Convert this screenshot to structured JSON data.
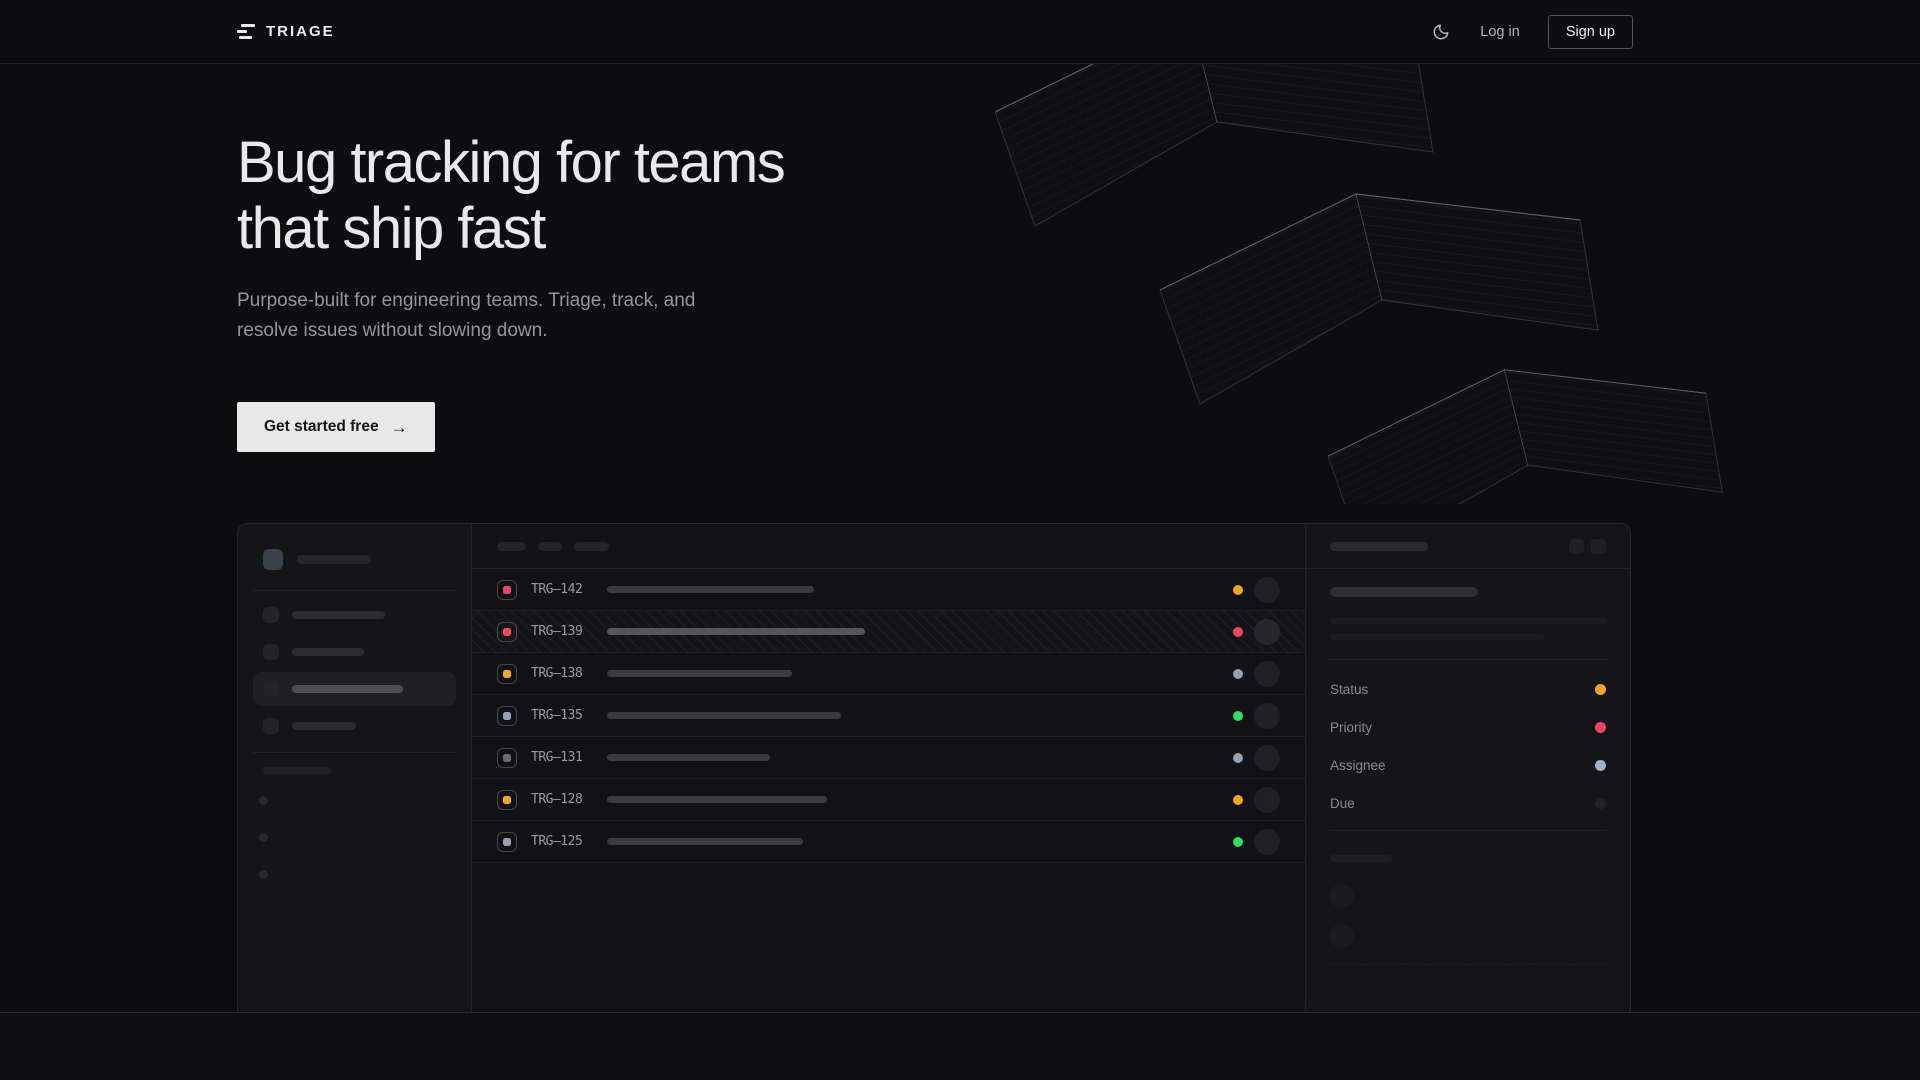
{
  "header": {
    "brand": "TRIAGE",
    "login_label": "Log in",
    "signup_label": "Sign up"
  },
  "hero": {
    "title_line1": "Bug tracking for teams",
    "title_line2": "that ship fast",
    "subtitle": "Purpose-built for engineering teams. Triage, track, and resolve issues without slowing down.",
    "cta_label": "Get started free",
    "cta_arrow": "→"
  },
  "mockup": {
    "issues": [
      {
        "id": "TRG–142",
        "icon_color": "#f0436b",
        "dot_color": "#f5a524",
        "title_bar_width": 207,
        "selected": false
      },
      {
        "id": "TRG–139",
        "icon_color": "#f0436b",
        "dot_color": "#f0436b",
        "title_bar_width": 258,
        "selected": true
      },
      {
        "id": "TRG–138",
        "icon_color": "#f5a524",
        "dot_color": "#96a0b5",
        "title_bar_width": 185,
        "selected": false
      },
      {
        "id": "TRG–135",
        "icon_color": "#96a0b5",
        "dot_color": "#2bdf5f",
        "title_bar_width": 234,
        "selected": false
      },
      {
        "id": "TRG–131",
        "icon_color": "#6b6b71",
        "dot_color": "#96a0b5",
        "title_bar_width": 163,
        "selected": false
      },
      {
        "id": "TRG–128",
        "icon_color": "#f5a524",
        "dot_color": "#f5a524",
        "title_bar_width": 220,
        "selected": false
      },
      {
        "id": "TRG–125",
        "icon_color": "#96a0b5",
        "dot_color": "#2bdf5f",
        "title_bar_width": 196,
        "selected": false
      }
    ],
    "detail_fields": [
      {
        "label": "Status",
        "dot_color": "#f5a524"
      },
      {
        "label": "Priority",
        "dot_color": "#f0436b"
      },
      {
        "label": "Assignee",
        "dot_color": "#9fb0d0"
      },
      {
        "label": "Due",
        "dot_color": "#222226"
      }
    ]
  },
  "colors": {
    "page_bg": "#0d0d0f",
    "card_bg": "#131316",
    "accent_amber": "#f5a524",
    "accent_pink": "#f0436b",
    "accent_green": "#2bdf5f",
    "accent_slate": "#96a0b5",
    "cta_bg": "#e8e8e8"
  }
}
